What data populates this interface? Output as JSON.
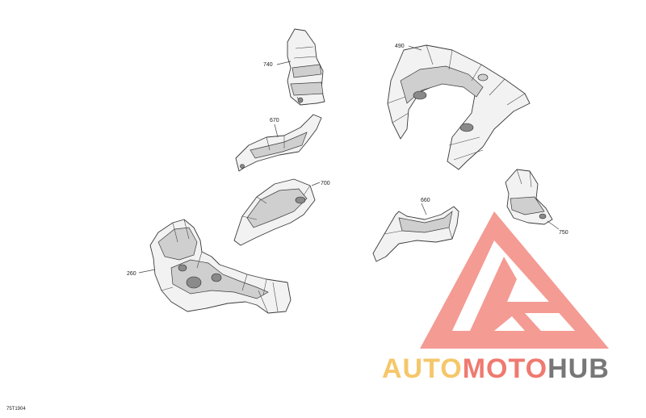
{
  "callouts": {
    "p740": "740",
    "p490": "490",
    "p670": "670",
    "p700": "700",
    "p660": "660",
    "p750": "750",
    "p260": "260"
  },
  "drawing_code": "75T1904",
  "watermark": {
    "part1": "AUTO",
    "part2": "MOTO",
    "part3": "HUB",
    "color1": "#f5c76a",
    "color2": "#ef7a70",
    "color3": "#777777",
    "logo_color": "#f0766c"
  }
}
